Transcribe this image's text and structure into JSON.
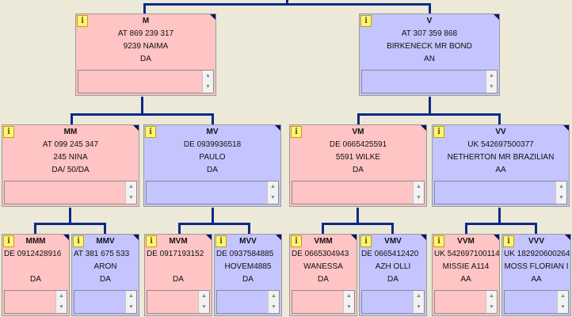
{
  "cards": {
    "M": {
      "code": "M",
      "l1": "AT 869 239 317",
      "l2": "9239 NAIMA",
      "l3": "DA"
    },
    "V": {
      "code": "V",
      "l1": "AT 307 359 868",
      "l2": "BIRKENECK MR BOND",
      "l3": "AN"
    },
    "MM": {
      "code": "MM",
      "l1": "AT 099 245 347",
      "l2": "245 NINA",
      "l3": "DA/ 50/DA"
    },
    "MV": {
      "code": "MV",
      "l1": "DE 0939936518",
      "l2": "PAULO",
      "l3": "DA"
    },
    "VM": {
      "code": "VM",
      "l1": "DE 0665425591",
      "l2": "5591 WILKE",
      "l3": "DA"
    },
    "VV": {
      "code": "VV",
      "l1": "UK 542697500377",
      "l2": "NETHERTON MR BRAZILIAN",
      "l3": "AA"
    },
    "MMM": {
      "code": "MMM",
      "l1": "DE 0912428916",
      "l2": "",
      "l3": "DA"
    },
    "MMV": {
      "code": "MMV",
      "l1": "AT 381 675 533",
      "l2": "ARON",
      "l3": "DA"
    },
    "MVM": {
      "code": "MVM",
      "l1": "DE 0917193152",
      "l2": "",
      "l3": "DA"
    },
    "MVV": {
      "code": "MVV",
      "l1": "DE 0937584885",
      "l2": "HOVEM4885",
      "l3": "DA"
    },
    "VMM": {
      "code": "VMM",
      "l1": "DE 0665304943",
      "l2": "WANESSA",
      "l3": "DA"
    },
    "VMV": {
      "code": "VMV",
      "l1": "DE 0665412420",
      "l2": "AZH OLLI",
      "l3": "DA"
    },
    "VVM": {
      "code": "VVM",
      "l1": "UK 542697100114",
      "l2": "MISSIE A114",
      "l3": "AA"
    },
    "VVV": {
      "code": "VVV",
      "l1": "UK 182920600264",
      "l2": "MOSS FLORIAN I",
      "l3": "AA"
    }
  },
  "icons": {
    "info": "info-icon",
    "scroll_up": "▲",
    "scroll_down": "▼"
  },
  "colors": {
    "dam": "#ffc4c4",
    "sire": "#c4c4ff",
    "connector": "#0a2a8a"
  }
}
